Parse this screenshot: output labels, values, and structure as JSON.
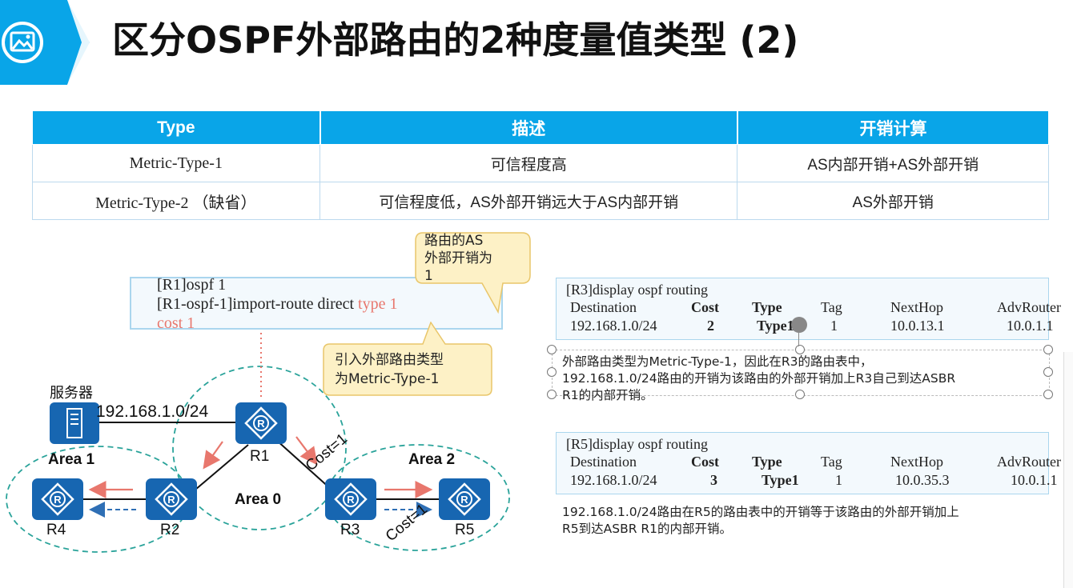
{
  "header": {
    "title": "区分OSPF外部路由的2种度量值类型 (2)",
    "logo_icon": "image-icon"
  },
  "table": {
    "headers": [
      "Type",
      "描述",
      "开销计算"
    ],
    "rows": [
      [
        "Metric-Type-1",
        "可信程度高",
        "AS内部开销+AS外部开销"
      ],
      [
        "Metric-Type-2 （缺省）",
        "可信程度低，AS外部开销远大于AS内部开销",
        "AS外部开销"
      ]
    ],
    "header_color": "#09a5e8"
  },
  "config": {
    "line1": "[R1]ospf 1",
    "line2_prefix": "[R1-ospf-1]import-route direct ",
    "line2_type": "type 1",
    "line3_cost": "cost 1"
  },
  "callouts": {
    "cost_note": "路由的AS\n外部开销为\n1",
    "type_note": "引入外部路由类型\n为Metric-Type-1"
  },
  "topology": {
    "server_label": "服务器",
    "network": "192.168.1.0/24",
    "routers": [
      "R1",
      "R2",
      "R3",
      "R4",
      "R5"
    ],
    "areas": [
      "Area 1",
      "Area 0",
      "Area 2"
    ],
    "cost_labels": [
      "Cost=1",
      "Cost=1"
    ]
  },
  "r3_display": {
    "command": "[R3]display ospf routing",
    "columns": [
      "Destination",
      "Cost",
      "Type",
      "Tag",
      "NextHop",
      "AdvRouter"
    ],
    "values": [
      "192.168.1.0/24",
      "2",
      "Type1",
      "1",
      "10.0.13.1",
      "10.0.1.1"
    ]
  },
  "r3_note": "外部路由类型为Metric-Type-1，因此在R3的路由表中，\n192.168.1.0/24路由的开销为该路由的外部开销加上R3自己到达ASBR\nR1的内部开销。",
  "r5_display": {
    "command": "[R5]display ospf routing",
    "columns": [
      "Destination",
      "Cost",
      "Type",
      "Tag",
      "NextHop",
      "AdvRouter"
    ],
    "values": [
      "192.168.1.0/24",
      "3",
      "Type1",
      "1",
      "10.0.35.3",
      "10.0.1.1"
    ]
  },
  "r5_note": "192.168.1.0/24路由在R5的路由表中的开销等于该路由的外部开销加上\nR5到达ASBR R1的内部开销。",
  "colors": {
    "accent": "#09a5e8",
    "router": "#1766b1",
    "arrow_red": "#e8776d",
    "arrow_blue": "#2f6fb5",
    "area_border": "#2aa39a"
  }
}
